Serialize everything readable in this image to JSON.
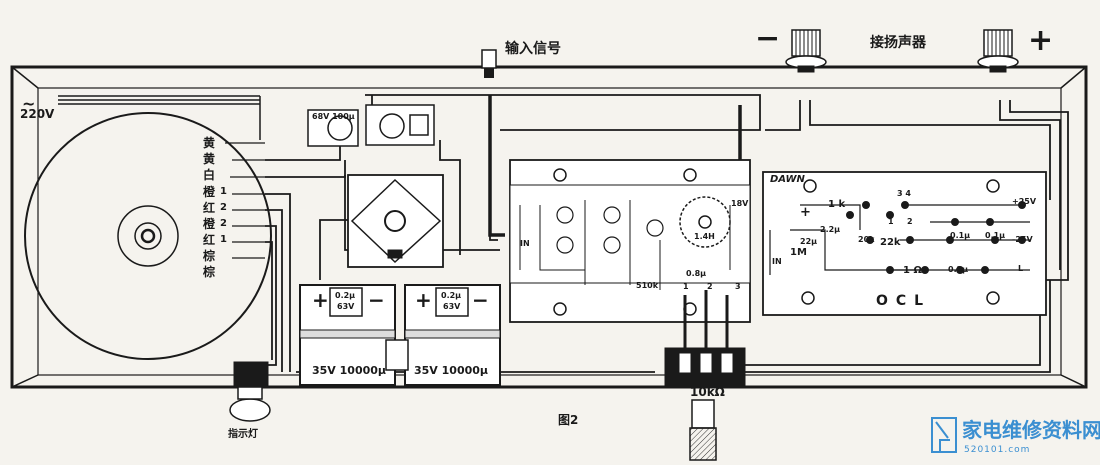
{
  "labels": {
    "input_signal": "输入信号",
    "speaker_terminals": "接扬声器",
    "minus": "−",
    "plus": "+",
    "ac_symbol": "~",
    "mains_voltage": "220V",
    "wire_colors": [
      "黄",
      "黄",
      "白",
      "橙",
      "红",
      "橙",
      "红",
      "棕",
      "棕"
    ],
    "wire_numbers": [
      "1",
      "2",
      "2",
      "1"
    ],
    "pilot_lamp": "指示灯",
    "pot_value": "10kΩ",
    "figure": "图2",
    "board_brand": "DAWN",
    "board_name": "OCL",
    "cap_left_rating": "35V 10000µ",
    "cap_right_rating": "35V 10000µ",
    "cap_left_small_value": "0.2µ",
    "cap_left_small_voltage": "63V",
    "cap_right_small_value": "0.2µ",
    "cap_right_small_voltage": "63V",
    "regulator_left": "68V 100µ",
    "inductor": "1.4H",
    "ocl_values": {
      "r1k": "1 k",
      "c22a": "2.2µ",
      "c22b": "22µ",
      "r1m": "1M",
      "r20k": "20k",
      "r22k": "22k",
      "c01a": "0.1µ",
      "c01b": "0.1µ",
      "r1ohm": "1 Ω",
      "c02": "0.2µ",
      "plus25": "+25V",
      "minus25": "-25V",
      "in": "IN",
      "l": "L",
      "n34": "3  4",
      "n1": "1",
      "n2": "2",
      "plus_sym": "+"
    },
    "mid_values": {
      "in": "IN",
      "r510k": "510k",
      "c08": "0.8µ",
      "v18": "18V",
      "n1": "1",
      "n2": "2",
      "n3": "3"
    }
  },
  "watermark": {
    "text": "家电维修资料网",
    "url": "520101.com",
    "color": "#3b8fd1"
  },
  "colors": {
    "ink": "#1a1a1a",
    "paper": "#f5f3ee",
    "watermark": "#3b8fd1"
  }
}
